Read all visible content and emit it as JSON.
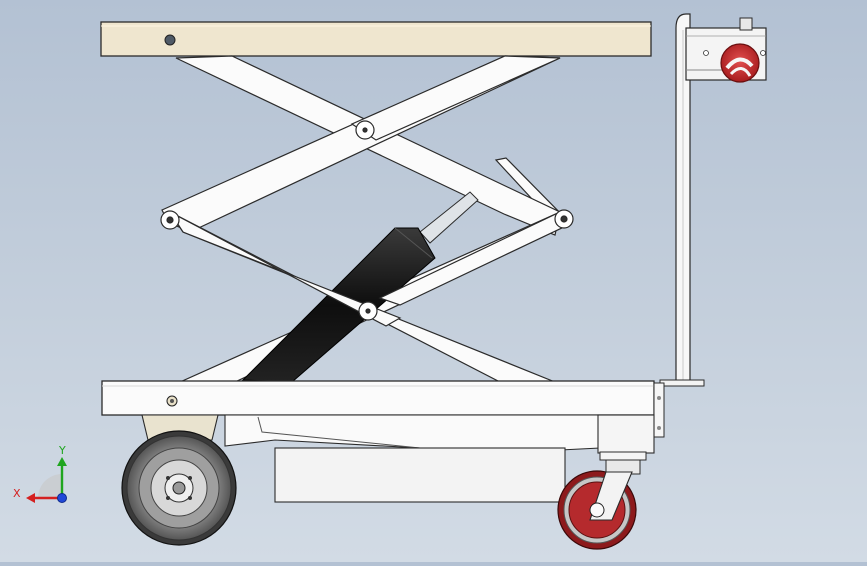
{
  "viewport": {
    "model": "scissor-lift-table-cart",
    "view": "side",
    "background_top": "#b3c1d3",
    "background_bottom": "#d2dbe5"
  },
  "colors": {
    "platform_top": "#efe6cf",
    "frame_white": "#fbfbfb",
    "outline": "#2b2b2b",
    "cylinder": "#111111",
    "rod": "#d4d8dc",
    "caster_red": "#c0282a",
    "tire_gray": "#7d7d7d",
    "axis_x": "#d42020",
    "axis_y": "#1fa51f",
    "axis_z": "#2048d8"
  },
  "triad": {
    "x_label": "X",
    "y_label": "Y"
  }
}
